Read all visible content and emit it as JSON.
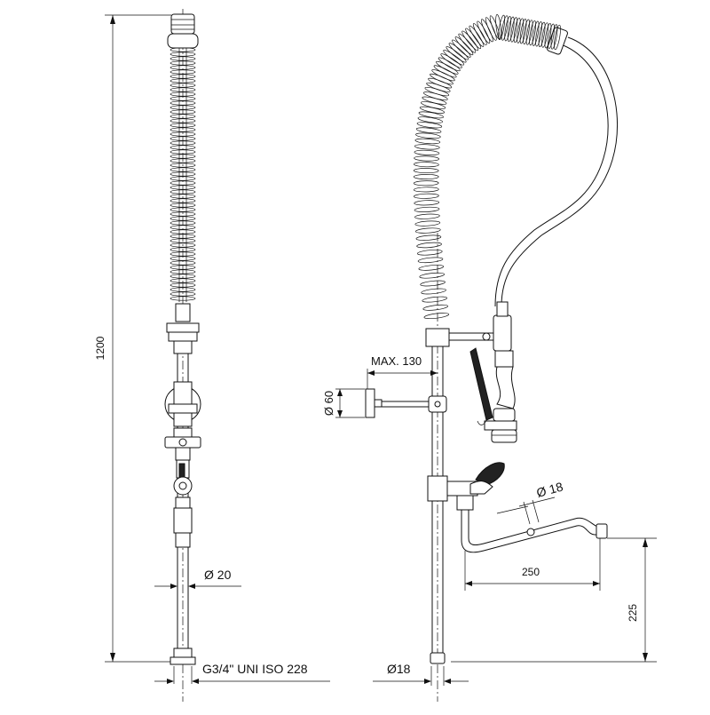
{
  "drawing": {
    "dimensions": {
      "total_height": "1200",
      "pipe_diameter": "Ø 20",
      "connection_thread": "G3/4\" UNI ISO 228",
      "max_reach": "MAX. 130",
      "flange_diameter": "Ø 60",
      "spout_diameter": "Ø 18",
      "spout_reach": "250",
      "spout_height": "225",
      "column_diameter": "Ø18"
    }
  }
}
